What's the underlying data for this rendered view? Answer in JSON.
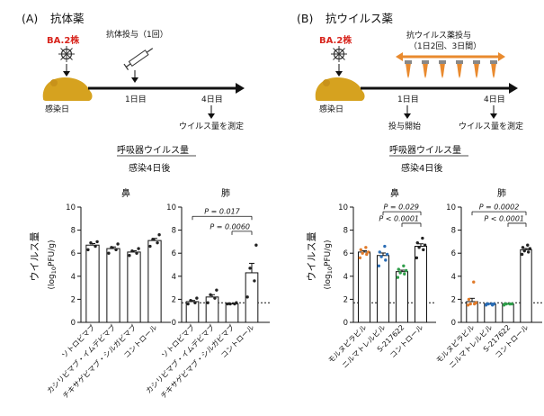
{
  "panels": {
    "a": {
      "label": "(A)",
      "title": "抗体薬",
      "strain": "BA.2株",
      "infection_day": "感染日",
      "dosing": "抗体投与（1回）",
      "day1": "1日目",
      "day4": "4日目",
      "measure": "ウイルス量を測定"
    },
    "b": {
      "label": "(B)",
      "title": "抗ウイルス薬",
      "strain": "BA.2株",
      "infection_day": "感染日",
      "dosing_line1": "抗ウイルス薬投与",
      "dosing_line2": "（1日2回、3日間）",
      "day1": "1日目",
      "dosing_start": "投与開始",
      "day4": "4日目",
      "measure": "ウイルス量を測定"
    }
  },
  "section_headers": {
    "a_line1": "呼吸器ウイルス量",
    "a_line2": "感染4日後",
    "b_line1": "呼吸器ウイルス量",
    "b_line2": "感染4日後"
  },
  "y_axis": {
    "title": "ウイルス量",
    "unit_prefix": "(log",
    "unit_sub": "10",
    "unit_suffix": "PFU/g)"
  },
  "chart_data": [
    {
      "id": "a-nose",
      "type": "bar",
      "title": "鼻",
      "categories": [
        "ソトロビマブ",
        "カシリビマブ・イムデビマブ",
        "チキサゲビマブ・シルガビマブ",
        "コントロール"
      ],
      "values": [
        6.7,
        6.4,
        6.1,
        7.1
      ],
      "points": [
        [
          6.3,
          6.6,
          6.9,
          7.0
        ],
        [
          6.0,
          6.3,
          6.5,
          6.8
        ],
        [
          5.8,
          6.0,
          6.2,
          6.4
        ],
        [
          6.6,
          6.9,
          7.2,
          7.6
        ]
      ],
      "ylim": [
        0,
        10
      ],
      "yticks": [
        0,
        2,
        4,
        6,
        8,
        10
      ],
      "detection_limit": null,
      "colors": [
        "#222222",
        "#222222",
        "#222222",
        "#222222"
      ],
      "annotations": []
    },
    {
      "id": "a-lung",
      "type": "bar",
      "title": "肺",
      "categories": [
        "ソトロビマブ",
        "カシリビマブ・イムデビマブ",
        "チキサゲビマブ・シルガビマブ",
        "コントロール"
      ],
      "values": [
        1.8,
        2.2,
        1.6,
        4.3
      ],
      "points": [
        [
          1.6,
          1.7,
          1.9,
          2.1
        ],
        [
          1.7,
          2.1,
          2.4,
          2.8
        ],
        [
          1.6,
          1.6,
          1.6,
          1.7
        ],
        [
          2.2,
          3.6,
          4.7,
          6.7
        ]
      ],
      "ylim": [
        0,
        10
      ],
      "yticks": [
        0,
        2,
        4,
        6,
        8,
        10
      ],
      "detection_limit": 1.7,
      "colors": [
        "#222222",
        "#222222",
        "#222222",
        "#222222"
      ],
      "annotations": [
        {
          "from": 0,
          "to": 3,
          "level": 9.2,
          "text": "P = 0.017"
        },
        {
          "from": 2,
          "to": 3,
          "level": 7.9,
          "text": "P = 0.0060"
        }
      ]
    },
    {
      "id": "b-nose",
      "type": "bar",
      "title": "鼻",
      "categories": [
        "モルヌピラビル",
        "ニルマトレルビル",
        "S-217622",
        "コントロール"
      ],
      "values": [
        6.1,
        5.8,
        4.4,
        6.6
      ],
      "points": [
        [
          5.6,
          5.9,
          6.0,
          6.1,
          6.3,
          6.5
        ],
        [
          4.9,
          5.4,
          5.7,
          5.9,
          6.1,
          6.6
        ],
        [
          3.9,
          4.2,
          4.3,
          4.5,
          4.6,
          4.9
        ],
        [
          5.6,
          6.3,
          6.5,
          6.7,
          6.9,
          7.3
        ]
      ],
      "ylim": [
        0,
        10
      ],
      "yticks": [
        0,
        2,
        4,
        6,
        8,
        10
      ],
      "detection_limit": 1.7,
      "colors": [
        "#e07a2a",
        "#2b6db5",
        "#2f9e4a",
        "#222222"
      ],
      "annotations": [
        {
          "from": 1,
          "to": 3,
          "level": 9.6,
          "text": "P = 0.029"
        },
        {
          "from": 2,
          "to": 3,
          "level": 8.6,
          "text": "P < 0.0001"
        }
      ]
    },
    {
      "id": "b-lung",
      "type": "bar",
      "title": "肺",
      "categories": [
        "モルヌピラビル",
        "ニルマトレルビル",
        "S-217622",
        "コントロール"
      ],
      "values": [
        1.8,
        1.6,
        1.6,
        6.3
      ],
      "points": [
        [
          1.5,
          1.6,
          1.6,
          1.7,
          2.0,
          3.5
        ],
        [
          1.5,
          1.5,
          1.6,
          1.6,
          1.6,
          1.6
        ],
        [
          1.5,
          1.6,
          1.6,
          1.6,
          1.6,
          1.6
        ],
        [
          5.9,
          6.1,
          6.2,
          6.4,
          6.5,
          6.7
        ]
      ],
      "ylim": [
        0,
        10
      ],
      "yticks": [
        0,
        2,
        4,
        6,
        8,
        10
      ],
      "detection_limit": 1.7,
      "colors": [
        "#e07a2a",
        "#2b6db5",
        "#2f9e4a",
        "#222222"
      ],
      "annotations": [
        {
          "from": 0,
          "to": 3,
          "level": 9.6,
          "text": "P = 0.0002"
        },
        {
          "from": 2,
          "to": 3,
          "level": 8.6,
          "text": "P < 0.0001"
        }
      ]
    }
  ]
}
